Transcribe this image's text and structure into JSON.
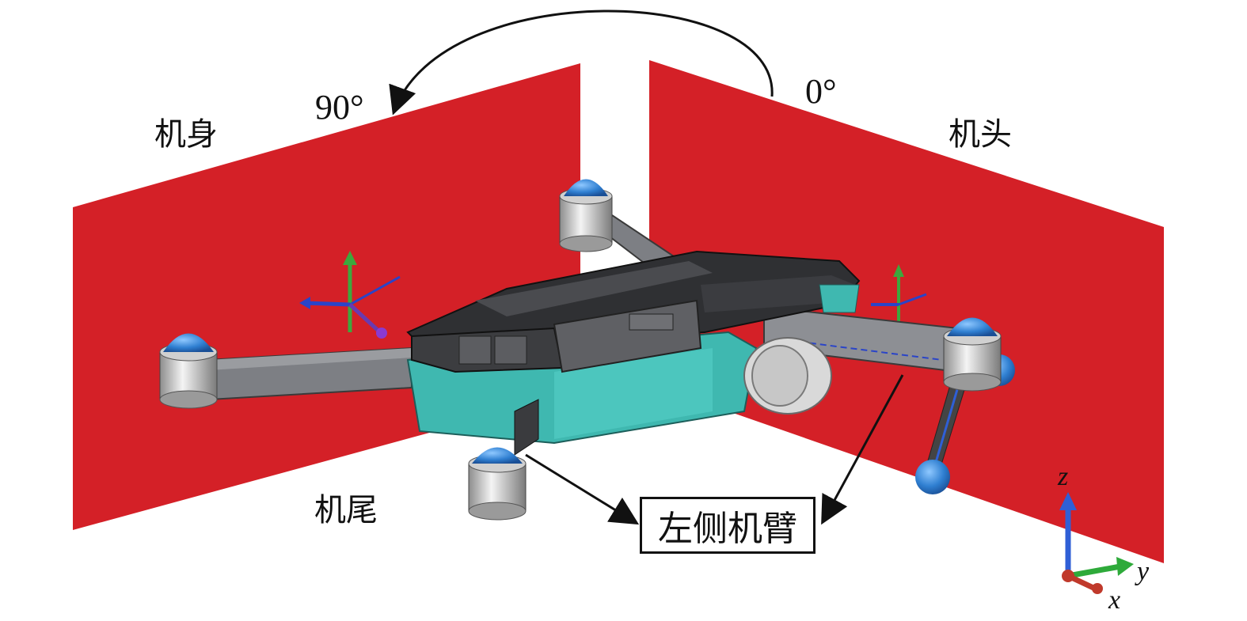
{
  "labels": {
    "body": "机身",
    "head": "机头",
    "tail": "机尾",
    "left_arm": "左侧机臂",
    "angle_90": "90°",
    "angle_0": "0°"
  },
  "axes": {
    "x": "x",
    "y": "y",
    "z": "z"
  },
  "colors": {
    "panel": "#d42027",
    "drone_body_teal": "#3fb8b0",
    "drone_shell_dark": "#2f3033",
    "motor_blue": "#2f7fd1",
    "axis_x": "#c0392b",
    "axis_y": "#2eaa3a",
    "axis_z": "#2f5fd6"
  }
}
